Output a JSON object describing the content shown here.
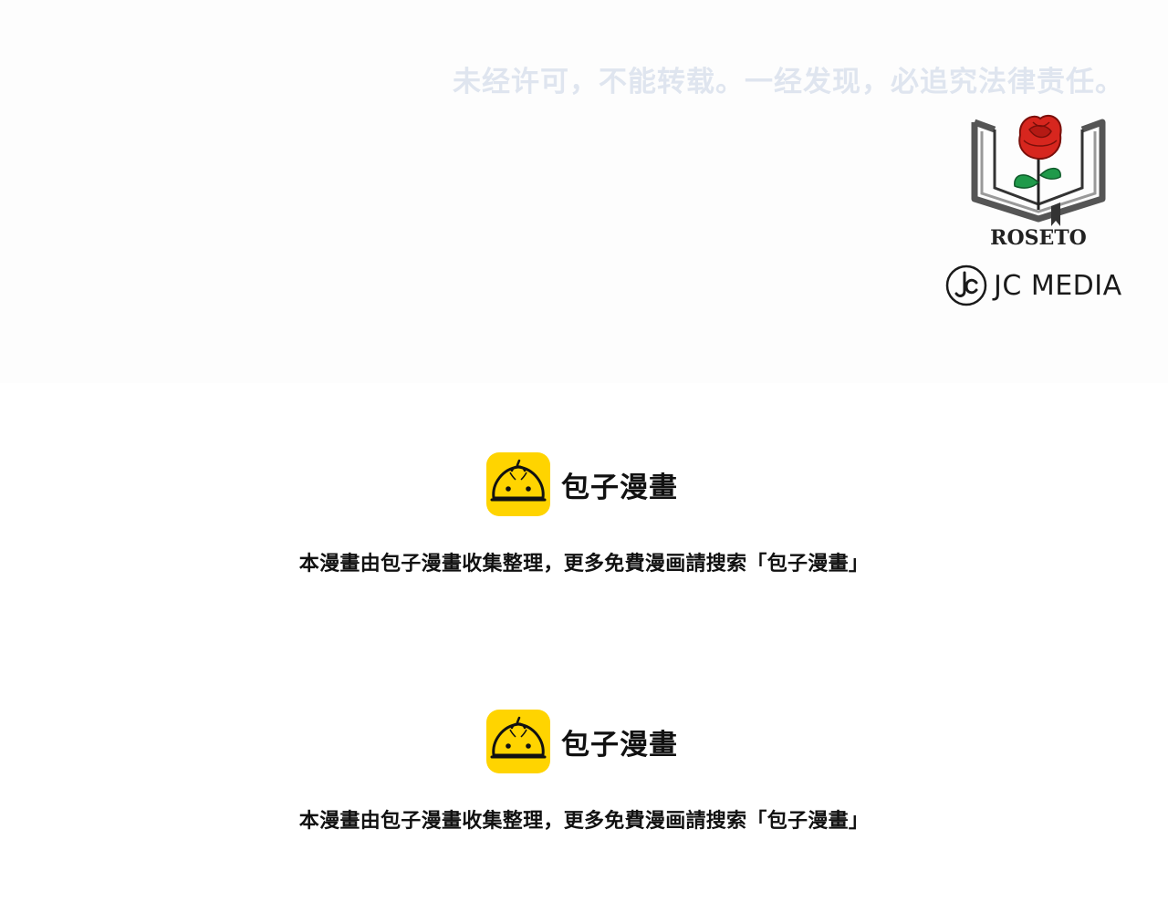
{
  "watermark": {
    "copyright_text": "未经许可，不能转载。一经发现，必追究法律责任。",
    "color": "#dfe5ef"
  },
  "publisher": {
    "roseto_label": "ROSETO",
    "jc_media_label": "JC MEDIA"
  },
  "promos": [
    {
      "brand_name": "包子漫畫",
      "message": "本漫畫由包子漫畫收集整理，更多免費漫画請搜索「包子漫畫」"
    },
    {
      "brand_name": "包子漫畫",
      "message": "本漫畫由包子漫畫收集整理，更多免費漫画請搜索「包子漫畫」"
    }
  ],
  "colors": {
    "app_icon_bg": "#ffd400",
    "rose_red": "#d7261e",
    "leaf_green": "#1f9a4a"
  }
}
